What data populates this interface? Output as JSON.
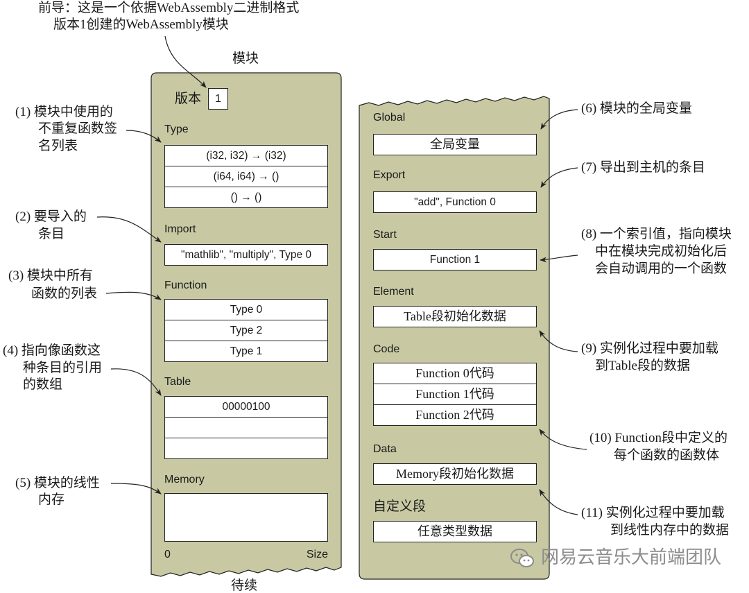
{
  "intro_note": {
    "lines": [
      "前导：这是一个依据WebAssembly二进制格式",
      "版本1创建的WebAssembly模块"
    ]
  },
  "module_label": "模块",
  "continued_label": "待续",
  "version": {
    "label": "版本",
    "value": "1"
  },
  "left_panel": {
    "type": {
      "title": "Type",
      "rows": [
        "(i32, i32) → (i32)",
        "(i64, i64) → ()",
        "() → ()"
      ]
    },
    "import": {
      "title": "Import",
      "rows": [
        "\"mathlib\", \"multiply\", Type 0"
      ]
    },
    "function": {
      "title": "Function",
      "rows": [
        "Type 0",
        "Type 2",
        "Type 1"
      ]
    },
    "table": {
      "title": "Table",
      "rows": [
        "00000100",
        "",
        ""
      ]
    },
    "memory": {
      "title": "Memory",
      "range_start": "0",
      "range_end": "Size"
    }
  },
  "right_panel": {
    "global": {
      "title": "Global",
      "rows": [
        "全局变量"
      ]
    },
    "export": {
      "title": "Export",
      "rows": [
        "\"add\", Function 0"
      ]
    },
    "start": {
      "title": "Start",
      "rows": [
        "Function 1"
      ]
    },
    "element": {
      "title": "Element",
      "rows": [
        "Table段初始化数据"
      ]
    },
    "code": {
      "title": "Code",
      "rows": [
        "Function 0代码",
        "Function 1代码",
        "Function 2代码"
      ]
    },
    "data": {
      "title": "Data",
      "rows": [
        "Memory段初始化数据"
      ]
    },
    "custom": {
      "title": "自定义段",
      "rows": [
        "任意类型数据"
      ]
    }
  },
  "annotations": [
    {
      "lines": [
        "(1) 模块中使用的",
        "不重复函数签",
        "名列表"
      ]
    },
    {
      "lines": [
        "(2) 要导入的",
        "条目"
      ]
    },
    {
      "lines": [
        "(3) 模块中所有",
        "函数的列表"
      ]
    },
    {
      "lines": [
        "(4) 指向像函数这",
        "种条目的引用",
        "的数组"
      ]
    },
    {
      "lines": [
        "(5) 模块的线性",
        "内存"
      ]
    },
    {
      "lines": [
        "(6) 模块的全局变量"
      ]
    },
    {
      "lines": [
        "(7) 导出到主机的条目"
      ]
    },
    {
      "lines": [
        "(8) 一个索引值，指向模块",
        "中在模块完成初始化后",
        "会自动调用的一个函数"
      ]
    },
    {
      "lines": [
        "(9) 实例化过程中要加载",
        "到Table段的数据"
      ]
    },
    {
      "lines": [
        "(10) Function段中定义的",
        "每个函数的函数体"
      ]
    },
    {
      "lines": [
        "(11) 实例化过程中要加载",
        "到线性内存中的数据"
      ]
    }
  ],
  "watermark": {
    "icon": "wechat-icon",
    "text": "网易云音乐大前端团队"
  },
  "colors": {
    "panel_fill": "#c8c9a3",
    "outline": "#222222",
    "watermark": "#8c8c8c"
  }
}
